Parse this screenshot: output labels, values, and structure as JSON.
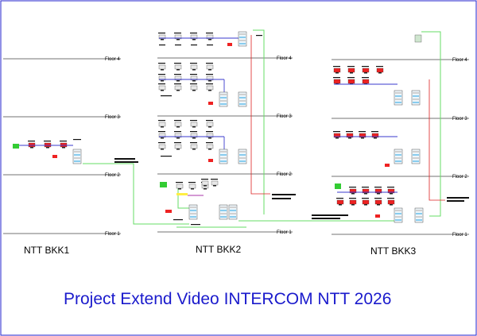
{
  "title": "Project Extend Video INTERCOM NTT 2026",
  "floors": [
    "Floor 1",
    "Floor 2",
    "Floor 3",
    "Floor 4"
  ],
  "buildings": [
    {
      "id": "bkk1",
      "label": "NTT BKK1"
    },
    {
      "id": "bkk2",
      "label": "NTT BKK2"
    },
    {
      "id": "bkk3",
      "label": "NTT BKK3"
    }
  ],
  "colors": {
    "border": "#2323cc",
    "floor_line": "#444444",
    "backbone": "#66dd66",
    "riser": "#3a3acc",
    "red_link": "#dd2222",
    "device_red": "#ee2222",
    "device_green": "#33cc33",
    "title": "#1a1acc"
  }
}
